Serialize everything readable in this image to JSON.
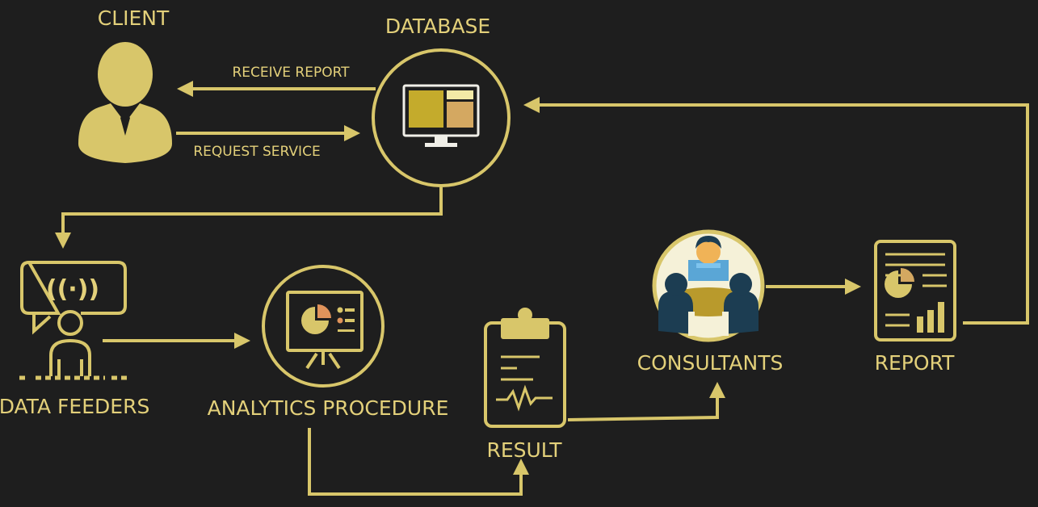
{
  "nodes": {
    "client": "CLIENT",
    "database": "DATABASE",
    "data_feeders": "DATA FEEDERS",
    "analytics": "ANALYTICS PROCEDURE",
    "result": "RESULT",
    "consultants": "CONSULTANTS",
    "report": "REPORT"
  },
  "edges": {
    "receive_report": "RECEIVE REPORT",
    "request_service": "REQUEST SERVICE"
  },
  "colors": {
    "background": "#1e1e1e",
    "accent": "#d8c66a",
    "text": "#e3d07a"
  }
}
